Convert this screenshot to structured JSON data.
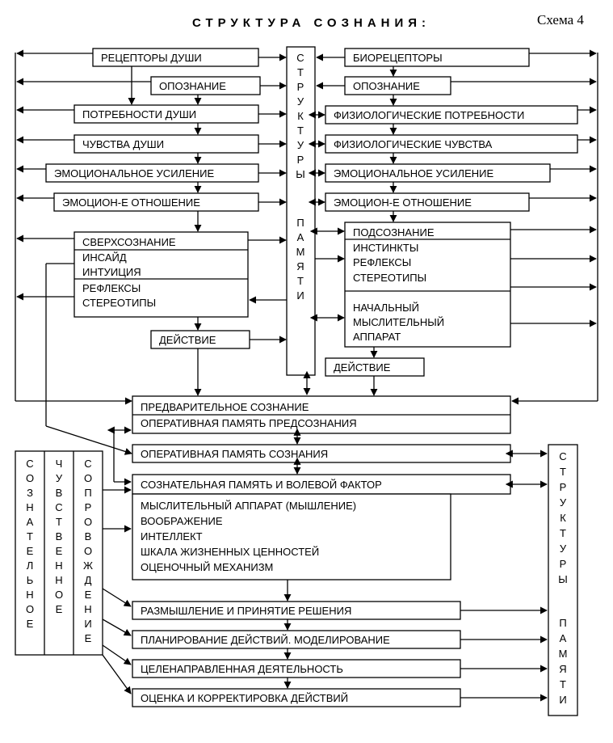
{
  "title": "СТРУКТУРА   СОЗНАНИЯ:",
  "schema_label": "Схема 4",
  "memory_structures_top": "СТРУКТУРЫ ПАМЯТИ",
  "memory_structures_right": "СТРУКТУРЫ ПАМЯТИ",
  "left": {
    "receptors": "РЕЦЕПТОРЫ ДУШИ",
    "recognition": "ОПОЗНАНИЕ",
    "needs": "ПОТРЕБНОСТИ ДУШИ",
    "feelings": "ЧУВСТВА ДУШИ",
    "emotional_gain": "ЭМОЦИОНАЛЬНОЕ УСИЛЕНИЕ",
    "emotional_attitude": "ЭМОЦИОН-Е ОТНОШЕНИЕ",
    "superconscious": "СВЕРХСОЗНАНИЕ",
    "insight": "ИНСАЙД",
    "intuition": "ИНТУИЦИЯ",
    "reflexes": "РЕФЛЕКСЫ",
    "stereotypes": "СТЕРЕОТИПЫ",
    "action": "ДЕЙСТВИЕ"
  },
  "right": {
    "bioreceptors": "БИОРЕЦЕПТОРЫ",
    "recognition": "ОПОЗНАНИЕ",
    "physio_needs": "ФИЗИОЛОГИЧЕСКИЕ  ПОТРЕБНОСТИ",
    "physio_feelings": "ФИЗИОЛОГИЧЕСКИЕ ЧУВСТВА",
    "emotional_gain": "ЭМОЦИОНАЛЬНОЕ  УСИЛЕНИЕ",
    "emotional_attitude": "ЭМОЦИОН-Е  ОТНОШЕНИЕ",
    "subconscious": "ПОДСОЗНАНИЕ",
    "instincts": "ИНСТИНКТЫ",
    "reflexes": "РЕФЛЕКСЫ",
    "stereotypes": "СТЕРЕОТИПЫ",
    "initial_1": "НАЧАЛЬНЫЙ",
    "initial_2": "МЫСЛИТЕЛЬНЫЙ",
    "initial_3": "АППАРАТ",
    "action": "ДЕЙСТВИЕ"
  },
  "center": {
    "preliminary": "ПРЕДВАРИТЕЛЬНОЕ  СОЗНАНИЕ",
    "operative_pre": "ОПЕРАТИВНАЯ ПАМЯТЬ ПРЕДСОЗНАНИЯ",
    "operative": "ОПЕРАТИВНАЯ ПАМЯТЬ СОЗНАНИЯ",
    "conscious_memory": "СОЗНАТЕЛЬНАЯ ПАМЯТЬ И ВОЛЕВОЙ ФАКТОР",
    "thinking": "МЫСЛИТЕЛЬНЫЙ АППАРАТ (МЫШЛЕНИЕ)",
    "imagination": "ВООБРАЖЕНИЕ",
    "intellect": "ИНТЕЛЛЕКТ",
    "values": "ШКАЛА ЖИЗНЕННЫХ ЦЕННОСТЕЙ",
    "evaluation": "ОЦЕНОЧНЫЙ МЕХАНИЗМ",
    "reflection": "РАЗМЫШЛЕНИЕ И ПРИНЯТИЕ РЕШЕНИЯ",
    "planning": "ПЛАНИРОВАНИЕ ДЕЙСТВИЙ. МОДЕЛИРОВАНИЕ",
    "purposeful": "ЦЕЛЕНАПРАВЛЕННАЯ ДЕЯТЕЛЬНОСТЬ",
    "assessment": "ОЦЕНКА И КОРРЕКТИРОВКА ДЕЙСТВИЙ"
  },
  "side_columns": {
    "col1": "СОЗНАТЕЛЬНОЕ",
    "col2": "ЧУВСТВЕННОЕ",
    "col3": "СОПРОВОЖДЕНИЕ"
  }
}
